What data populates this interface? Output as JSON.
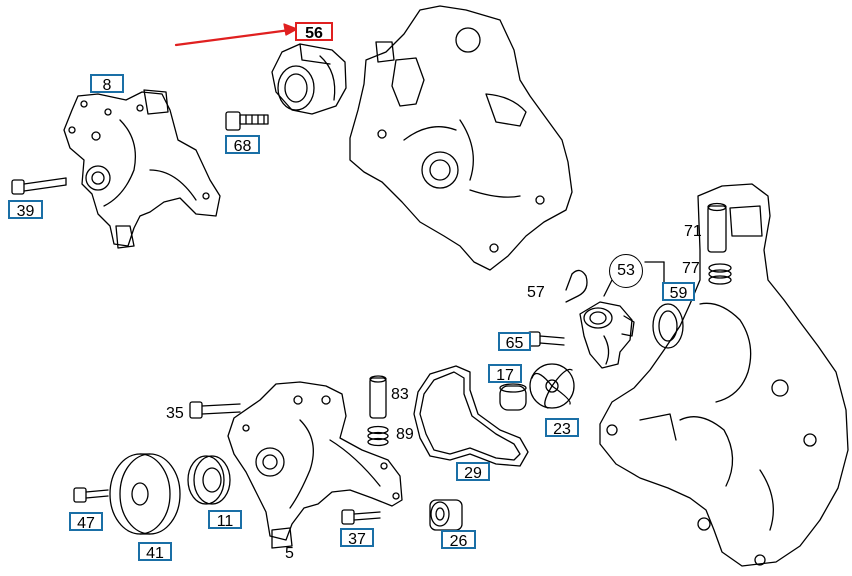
{
  "callouts": {
    "c56": "56",
    "c8": "8",
    "c68": "68",
    "c39": "39",
    "c59": "59",
    "c65": "65",
    "c17": "17",
    "c23": "23",
    "c29": "29",
    "c47": "47",
    "c11": "11",
    "c41": "41",
    "c37": "37",
    "c26": "26"
  },
  "labels": {
    "l53": "53",
    "l57": "57",
    "l71": "71",
    "l77": "77",
    "l83": "83",
    "l89": "89",
    "l35": "35",
    "l5": "5"
  },
  "colors": {
    "callout_border": "#1a6fa6",
    "highlight": "#e02020",
    "line": "#000000"
  }
}
